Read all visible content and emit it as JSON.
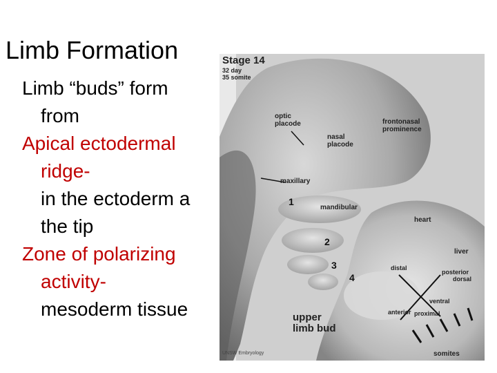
{
  "slide": {
    "title": "Limb Formation",
    "lines": [
      {
        "text": "Limb “buds” form",
        "red": false,
        "indent": false
      },
      {
        "text": "from",
        "red": false,
        "indent": true
      },
      {
        "text": "Apical ectodermal",
        "red": true,
        "indent": false
      },
      {
        "text": "ridge-",
        "red": true,
        "indent": true
      },
      {
        "text": "in the ectoderm a",
        "red": false,
        "indent": true
      },
      {
        "text": "the tip",
        "red": false,
        "indent": true
      },
      {
        "text": "Zone of polarizing",
        "red": true,
        "indent": false
      },
      {
        "text": "activity-",
        "red": true,
        "indent": true
      },
      {
        "text": "mesoderm tissue",
        "red": false,
        "indent": true
      }
    ]
  },
  "image": {
    "stage": "Stage 14",
    "day": "32 day",
    "somite": "35 somite",
    "labels": {
      "optic_placode": "optic\nplacode",
      "frontonasal": "frontonasal\nprominence",
      "nasal_placode": "nasal\nplacode",
      "maxillary": "maxillary",
      "mandibular": "mandibular",
      "heart": "heart",
      "liver": "liver",
      "distal": "distal",
      "posterior": "posterior",
      "dorsal": "dorsal",
      "ventral": "ventral",
      "anterior": "anterior",
      "proximal": "proximal",
      "upper_limb_bud": "upper\nlimb bud",
      "somites": "somites",
      "credit": "UNSW Embryology"
    },
    "arch_numbers": [
      "1",
      "2",
      "3",
      "4"
    ]
  }
}
